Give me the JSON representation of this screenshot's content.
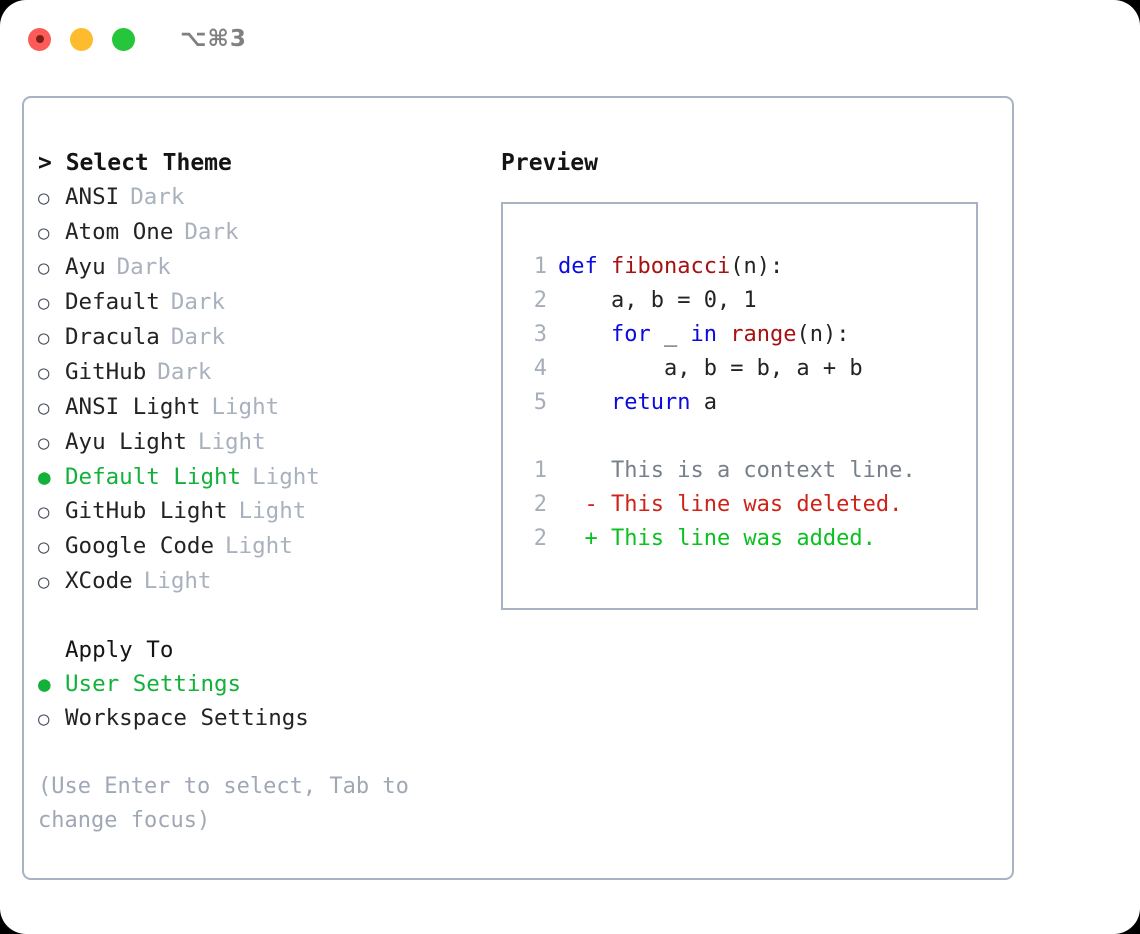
{
  "window": {
    "traffic_lights": [
      "close-red",
      "minimize-yellow",
      "maximize-green"
    ],
    "shortcut": "⌥⌘3",
    "colors": {
      "red": "#fc5b57",
      "yellow": "#fdbc2d",
      "green": "#25c63b",
      "accent_green": "#13b13a",
      "border": "#a8b2c2",
      "muted": "#a9b1bf"
    }
  },
  "theme_picker": {
    "heading": "> Select Theme",
    "marker_unselected": "○",
    "marker_selected": "●",
    "items": [
      {
        "marker": "○",
        "label": "ANSI",
        "tag": "Dark",
        "selected": false
      },
      {
        "marker": "○",
        "label": "Atom One",
        "tag": "Dark",
        "selected": false
      },
      {
        "marker": "○",
        "label": "Ayu",
        "tag": "Dark",
        "selected": false
      },
      {
        "marker": "○",
        "label": "Default",
        "tag": "Dark",
        "selected": false
      },
      {
        "marker": "○",
        "label": "Dracula",
        "tag": "Dark",
        "selected": false
      },
      {
        "marker": "○",
        "label": "GitHub",
        "tag": "Dark",
        "selected": false
      },
      {
        "marker": "○",
        "label": "ANSI Light",
        "tag": "Light",
        "selected": false
      },
      {
        "marker": "○",
        "label": "Ayu Light",
        "tag": "Light",
        "selected": false
      },
      {
        "marker": "●",
        "label": "Default Light",
        "tag": "Light",
        "selected": true
      },
      {
        "marker": "○",
        "label": "GitHub Light",
        "tag": "Light",
        "selected": false
      },
      {
        "marker": "○",
        "label": "Google Code",
        "tag": "Light",
        "selected": false
      },
      {
        "marker": "○",
        "label": "XCode",
        "tag": "Light",
        "selected": false
      }
    ]
  },
  "apply_to": {
    "heading": "Apply To",
    "items": [
      {
        "marker": "●",
        "label": "User Settings",
        "selected": true
      },
      {
        "marker": "○",
        "label": "Workspace Settings",
        "selected": false
      }
    ]
  },
  "hint": "(Use Enter to select, Tab to change focus)",
  "preview": {
    "title": "Preview",
    "code_lines": [
      {
        "no": "1",
        "indent": "",
        "tokens": [
          {
            "t": "def",
            "k": "kw"
          },
          {
            "t": " ",
            "k": "plain"
          },
          {
            "t": "fibonacci",
            "k": "fn"
          },
          {
            "t": "(n):",
            "k": "plain"
          }
        ]
      },
      {
        "no": "2",
        "indent": "    ",
        "tokens": [
          {
            "t": "a, b = 0, 1",
            "k": "plain"
          }
        ]
      },
      {
        "no": "3",
        "indent": "    ",
        "tokens": [
          {
            "t": "for",
            "k": "kw"
          },
          {
            "t": " _ ",
            "k": "plain"
          },
          {
            "t": "in",
            "k": "kw"
          },
          {
            "t": " ",
            "k": "plain"
          },
          {
            "t": "range",
            "k": "fn"
          },
          {
            "t": "(n):",
            "k": "plain"
          }
        ]
      },
      {
        "no": "4",
        "indent": "        ",
        "tokens": [
          {
            "t": "a, b = b, a + b",
            "k": "plain"
          }
        ]
      },
      {
        "no": "5",
        "indent": "    ",
        "tokens": [
          {
            "t": "return",
            "k": "kw"
          },
          {
            "t": " a",
            "k": "plain"
          }
        ]
      }
    ],
    "diff_lines": [
      {
        "no": "1",
        "sign": "  ",
        "text": "This is a context line.",
        "kind": "ctx"
      },
      {
        "no": "2",
        "sign": "- ",
        "text": "This line was deleted.",
        "kind": "del"
      },
      {
        "no": "2",
        "sign": "+ ",
        "text": "This line was added.",
        "kind": "add"
      }
    ]
  }
}
